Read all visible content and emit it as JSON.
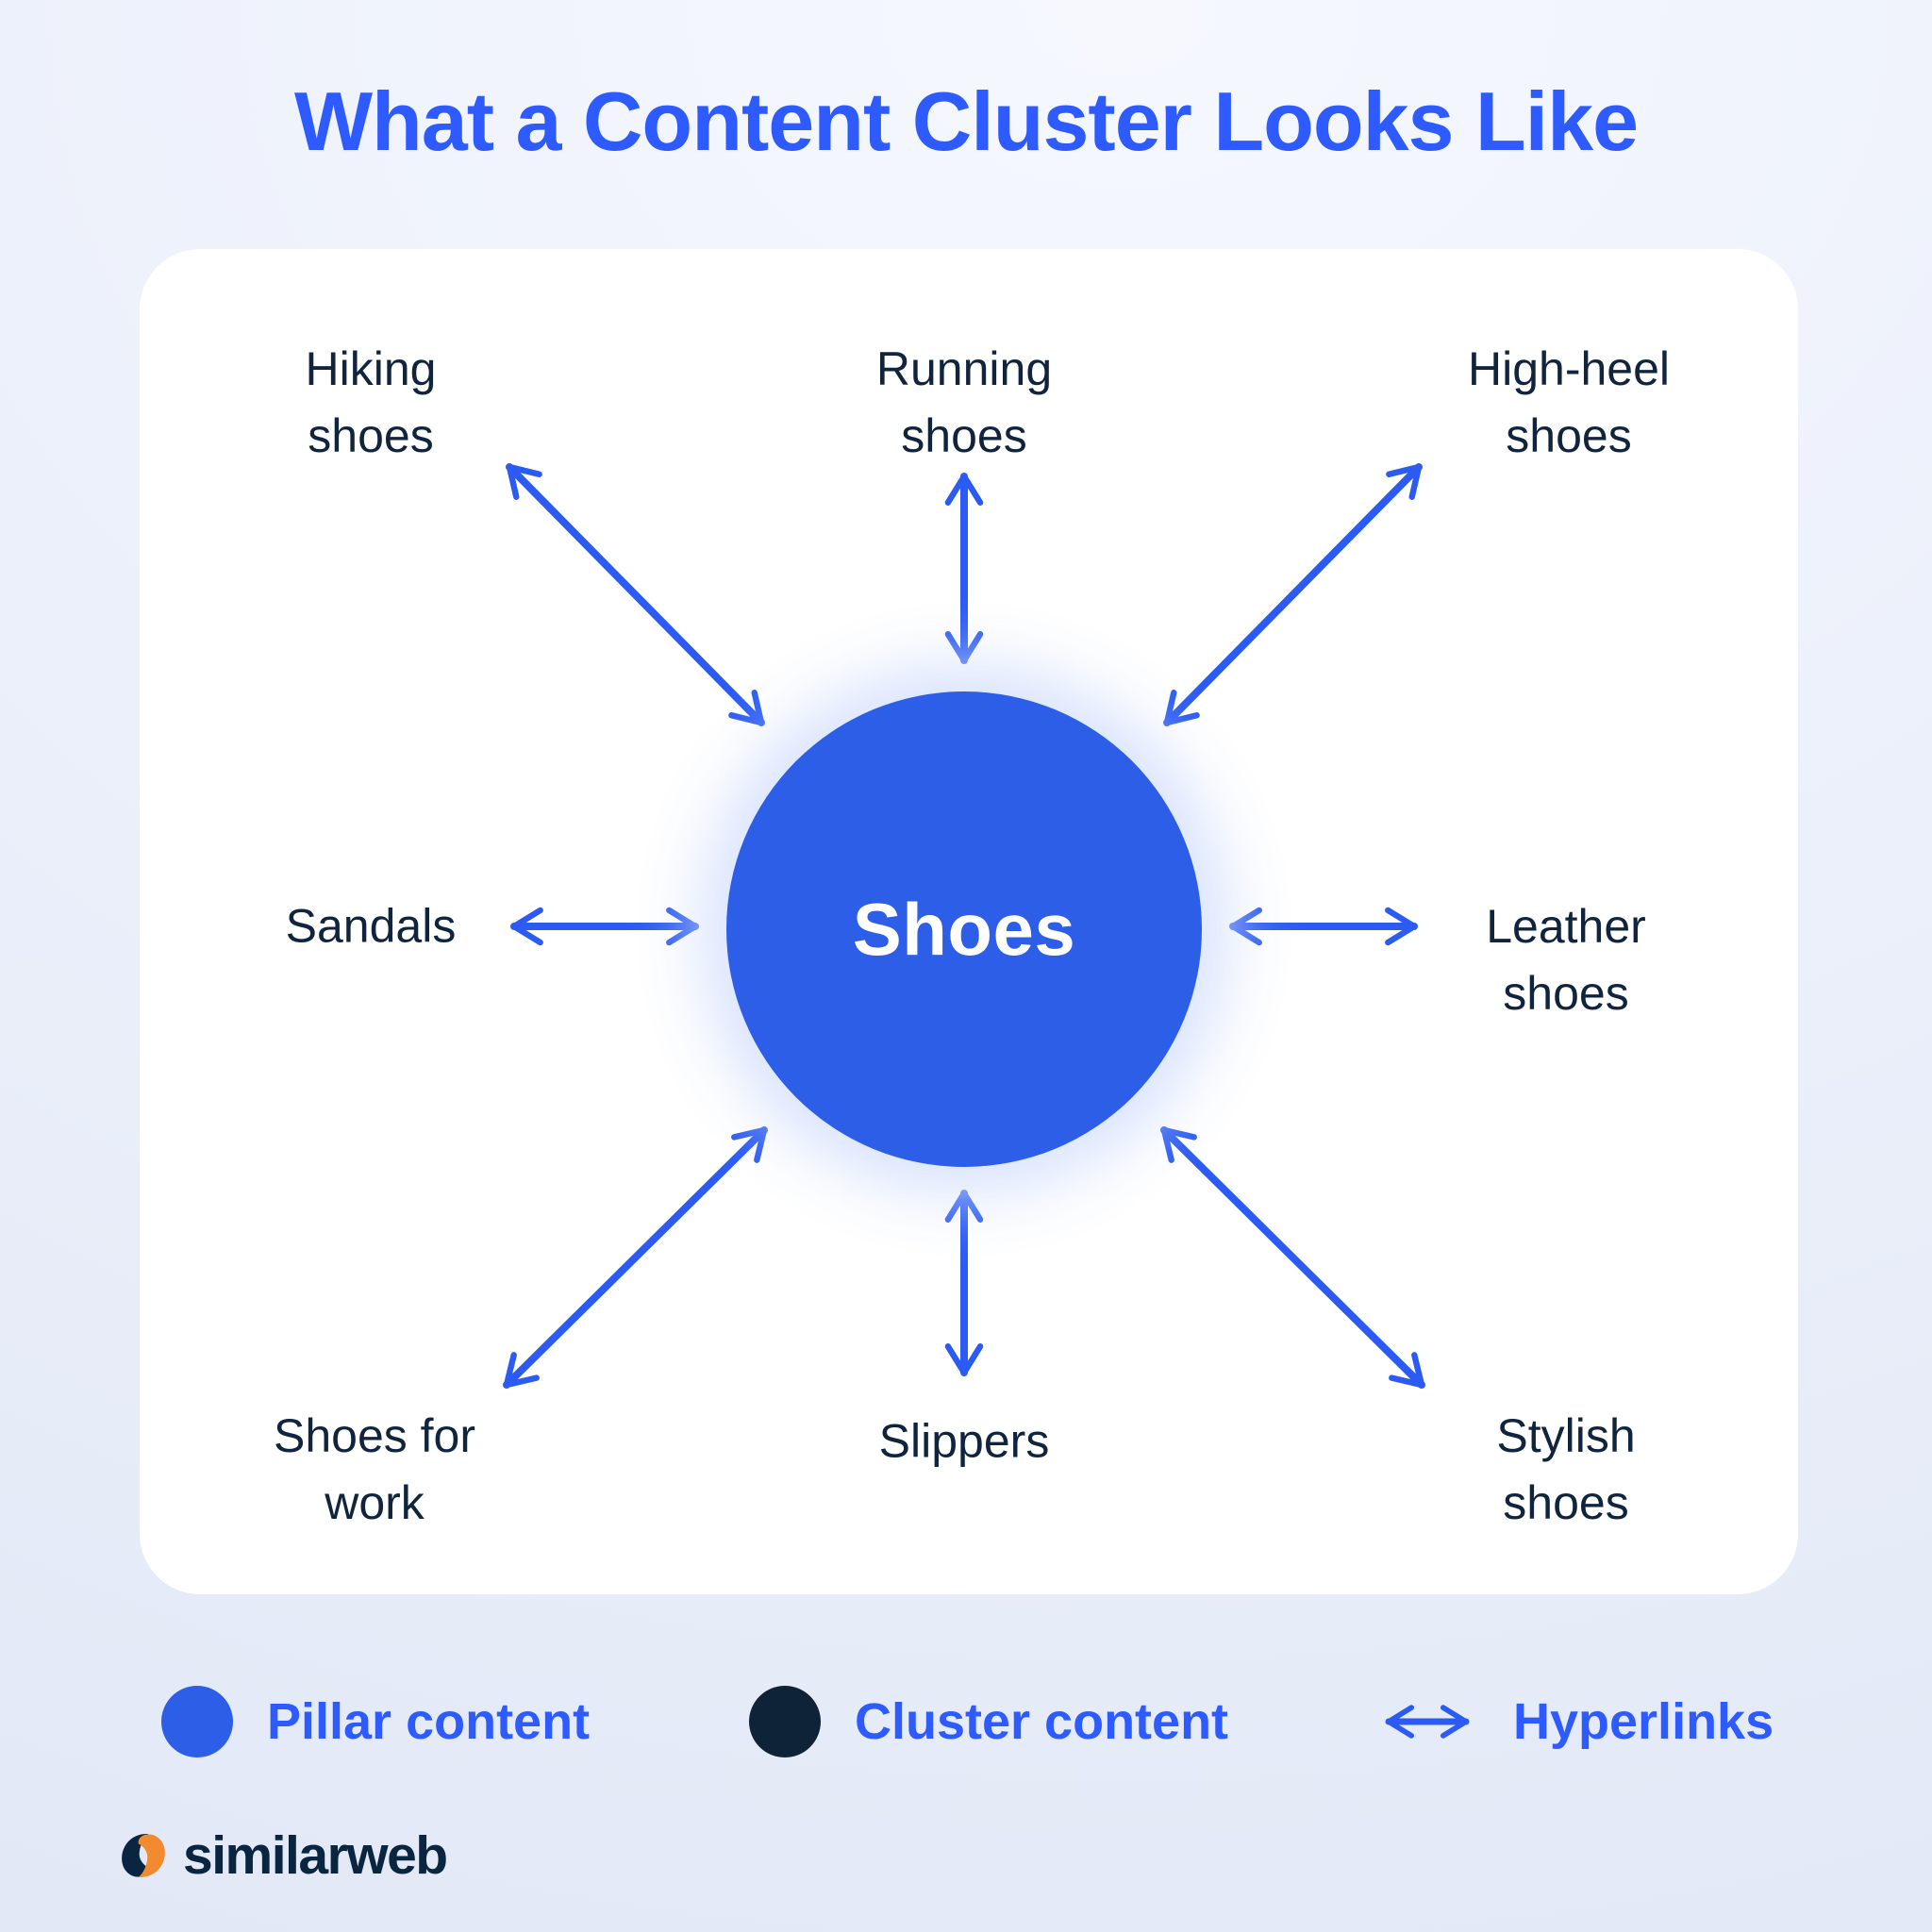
{
  "title": "What a Content Cluster Looks Like",
  "diagram": {
    "pillar_label": "Shoes",
    "cluster_nodes": [
      {
        "label": "Hiking\nshoes"
      },
      {
        "label": "Running\nshoes"
      },
      {
        "label": "High-heel\nshoes"
      },
      {
        "label": "Sandals"
      },
      {
        "label": "Leather\nshoes"
      },
      {
        "label": "Shoes for\nwork"
      },
      {
        "label": "Slippers"
      },
      {
        "label": "Stylish\nshoes"
      }
    ]
  },
  "legend": {
    "pillar": {
      "label": "Pillar content",
      "swatch_color": "#2d5ee8",
      "swatch_icon": "blue-circle"
    },
    "cluster": {
      "label": "Cluster content",
      "swatch_color": "#0f2338",
      "swatch_icon": "dark-circle"
    },
    "hyperlinks": {
      "label": "Hyperlinks",
      "swatch_icon": "double-arrow"
    }
  },
  "logo": {
    "text": "similarweb",
    "icon": "similarweb-mark",
    "navy": "#092540",
    "orange": "#f28a30"
  },
  "colors": {
    "title_blue": "#2e5bff",
    "arrow_blue": "#2b5bf2",
    "pillar_blue": "#2d5ee8",
    "dark_navy": "#10243e",
    "card_bg": "#ffffff",
    "page_bg": "#e9eef9"
  }
}
